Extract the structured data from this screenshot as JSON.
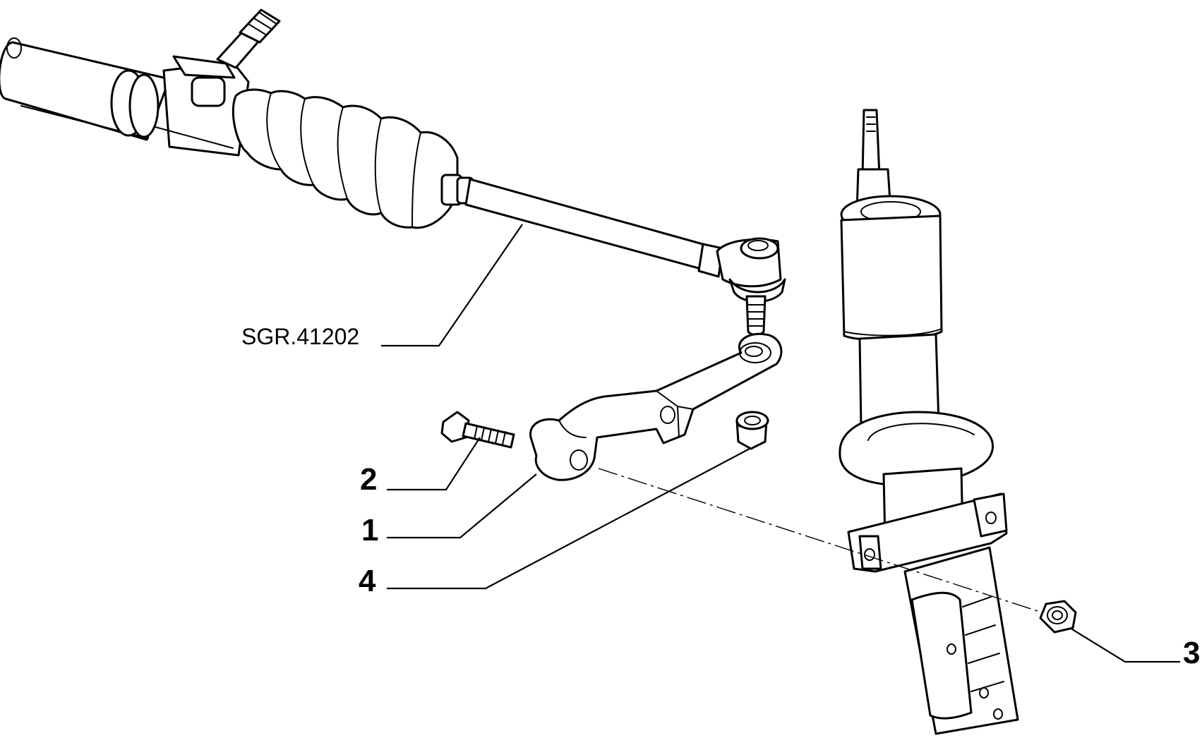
{
  "callouts": {
    "tie_rod": "SGR.41202",
    "steering_arm": "1",
    "bolt": "2",
    "nut_strut": "3",
    "nut_balljoint": "4"
  },
  "colors": {
    "line": "#000000",
    "background": "#ffffff"
  }
}
